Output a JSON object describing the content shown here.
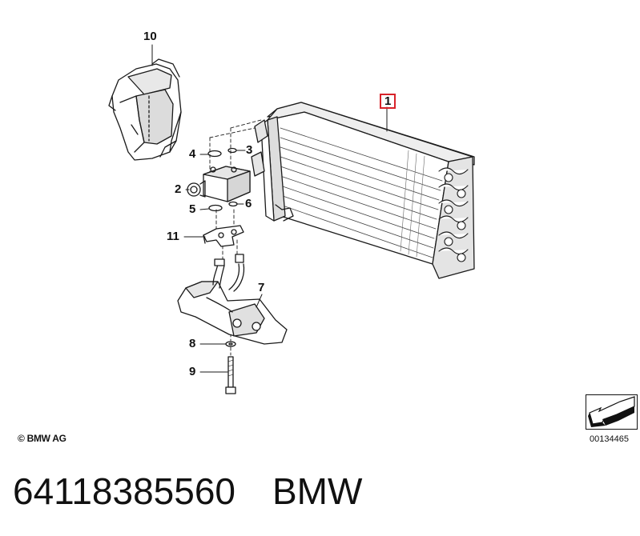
{
  "callouts": [
    {
      "id": "10",
      "label": "10",
      "highlighted": false
    },
    {
      "id": "1",
      "label": "1",
      "highlighted": true
    },
    {
      "id": "4",
      "label": "4",
      "highlighted": false
    },
    {
      "id": "3",
      "label": "3",
      "highlighted": false
    },
    {
      "id": "2",
      "label": "2",
      "highlighted": false
    },
    {
      "id": "5",
      "label": "5",
      "highlighted": false
    },
    {
      "id": "6",
      "label": "6",
      "highlighted": false
    },
    {
      "id": "11",
      "label": "11",
      "highlighted": false
    },
    {
      "id": "7",
      "label": "7",
      "highlighted": false
    },
    {
      "id": "8",
      "label": "8",
      "highlighted": false
    },
    {
      "id": "9",
      "label": "9",
      "highlighted": false
    }
  ],
  "copyright": "© BMW AG",
  "doc_number": "00134465",
  "part_number": "64118385560",
  "brand": "BMW",
  "colors": {
    "highlight": "#d8232a",
    "line": "#1a1a1a",
    "shade": "#d6d6d6"
  },
  "icons": {
    "nav_arrow": "arrow-down-left-icon"
  }
}
